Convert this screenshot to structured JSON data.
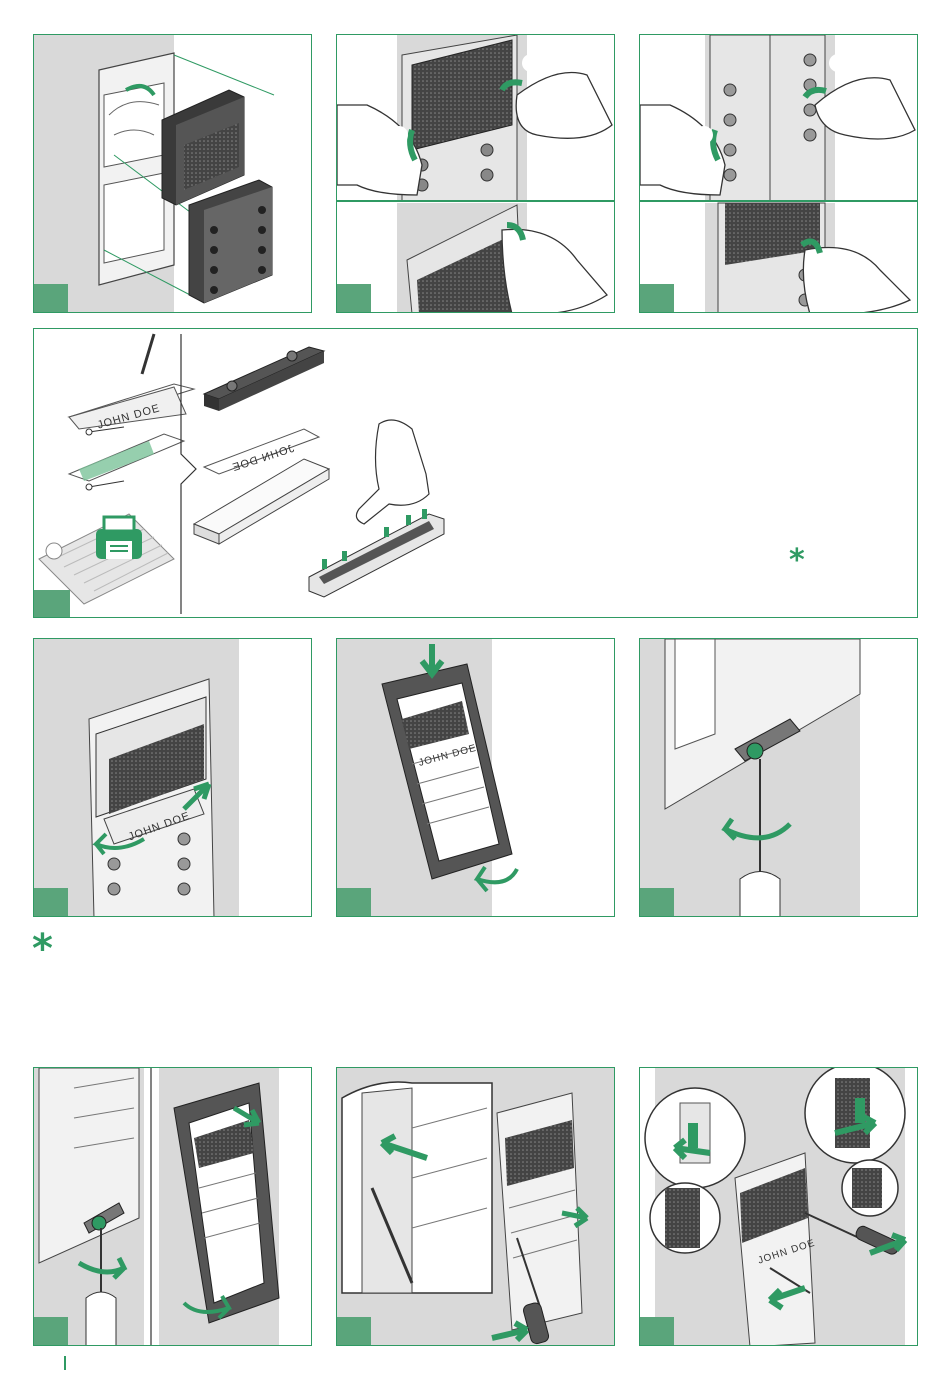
{
  "document": {
    "type": "installation-instruction-page",
    "panels": [
      {
        "id": "p1",
        "label": "mount module on frame"
      },
      {
        "id": "p2",
        "label": "snap module"
      },
      {
        "id": "p3",
        "label": "snap keypad module"
      },
      {
        "id": "p4",
        "label": "name tag printing and insertion"
      },
      {
        "id": "p5",
        "label": "insert name tag"
      },
      {
        "id": "p6",
        "label": "fit cover frame"
      },
      {
        "id": "p7",
        "label": "tighten screw"
      },
      {
        "id": "p8",
        "label": "loosen screw and remove frame"
      },
      {
        "id": "p9",
        "label": "release module with screwdriver"
      },
      {
        "id": "p10",
        "label": "remove module"
      }
    ],
    "label_text": "JOHN DOE",
    "label_text_mirrored": "JOHN DOE",
    "asterisk": "*",
    "colors": {
      "accent": "#2f9a63",
      "step_box": "#5aa57b",
      "gray_bg": "#d9d9d9",
      "device_dark": "#3a3a3a"
    },
    "icons": [
      "printer-icon",
      "hand-icon",
      "screwdriver-icon",
      "arrow-icon",
      "pen-icon"
    ]
  }
}
